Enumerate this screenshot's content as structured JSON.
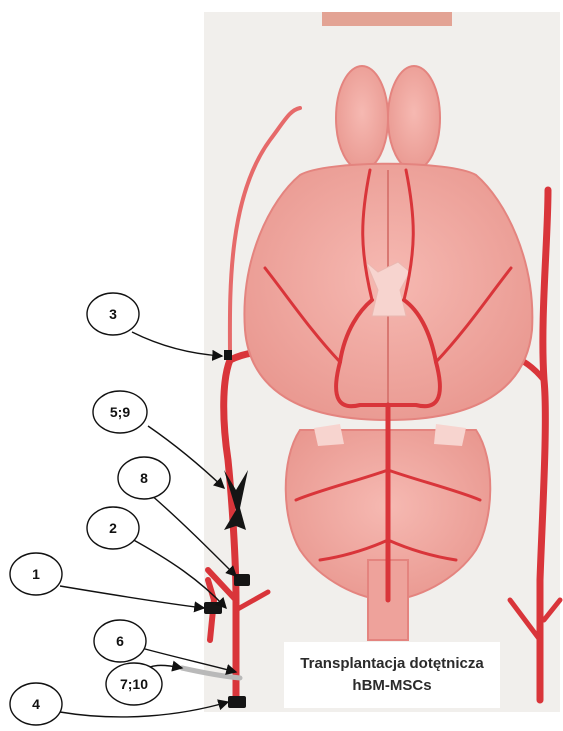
{
  "callouts": [
    {
      "id": "3",
      "label": "3"
    },
    {
      "id": "5-9",
      "label": "5;9"
    },
    {
      "id": "8",
      "label": "8"
    },
    {
      "id": "2",
      "label": "2"
    },
    {
      "id": "1",
      "label": "1"
    },
    {
      "id": "6",
      "label": "6"
    },
    {
      "id": "7-10",
      "label": "7;10"
    },
    {
      "id": "4",
      "label": "4"
    }
  ],
  "caption": {
    "line1": "Transplantacja dotętnicza",
    "line2": "hBM-MSCs"
  },
  "colors": {
    "artery": "#d9353a",
    "brain": "#f2a9a3",
    "brain_outline": "#e4847f",
    "background_tissue": "#f1efec",
    "ligature": "#151515"
  }
}
